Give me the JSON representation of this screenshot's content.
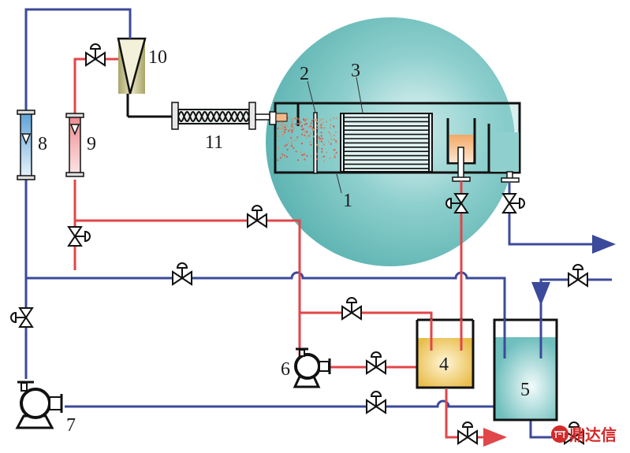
{
  "figure": {
    "type": "process flow diagram",
    "colors": {
      "blue_line": "#3b4a9a",
      "red_line": "#e0464a",
      "magnified_view": "#6fc1bf",
      "tank4_fill": "#ecc45a",
      "tank5_fill": "#7cc8c6",
      "sludge_orange": "#f3b27a",
      "watermark": "#d42a2a"
    },
    "labels": {
      "l1": "1",
      "l2": "2",
      "l3": "3",
      "l4": "4",
      "l5": "5",
      "l6": "6",
      "l7": "7",
      "l8": "8",
      "l9": "9",
      "l10": "10",
      "l11": "11"
    },
    "components": [
      {
        "id": "1",
        "name": "baffle / perforated plate"
      },
      {
        "id": "2",
        "name": "aeration zone with bubbles"
      },
      {
        "id": "3",
        "name": "inclined plate / lamella settler"
      },
      {
        "id": "4",
        "name": "tank 4 (yellow liquid)"
      },
      {
        "id": "5",
        "name": "tank 5 (cyan liquid)"
      },
      {
        "id": "6",
        "name": "pump 6"
      },
      {
        "id": "7",
        "name": "pump 7"
      },
      {
        "id": "8",
        "name": "flowmeter 8 (blue)"
      },
      {
        "id": "9",
        "name": "flowmeter 9 (red)"
      },
      {
        "id": "10",
        "name": "conical mixer / ejector 10"
      },
      {
        "id": "11",
        "name": "static mixer 11"
      }
    ],
    "watermark": "鼎达信"
  }
}
